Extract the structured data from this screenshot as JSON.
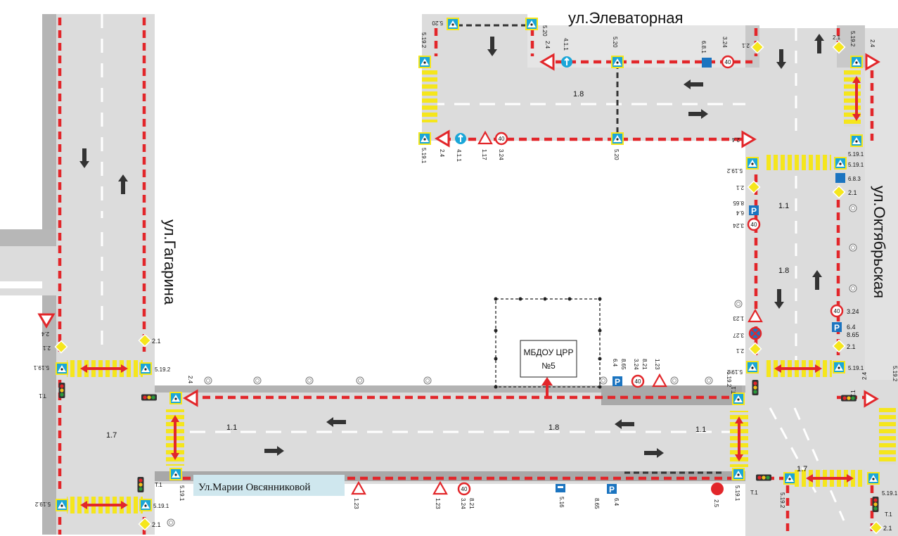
{
  "streets": {
    "elevatornaya": "ул.Элеваторная",
    "gagarina": "ул.Гагарина",
    "oktyabrskaya": "ул.Октябрьская",
    "ovsyannikovoy": "Ул.Марии Овсянниковой"
  },
  "building": {
    "line1": "МБДОУ ЦРР",
    "line2": "№5"
  },
  "lane_labels": {
    "l18_top": "1.8",
    "l11_right": "1.1",
    "l18_right": "1.8",
    "l17_left": "1.7",
    "l11_bottom": "1.1",
    "l18_bottom": "1.8",
    "l11_bottom_r": "1.1",
    "l17_right": "1.7"
  },
  "sign_codes": {
    "c5_19_2_a": "5.19.2",
    "c5_20_a": "5.20",
    "c5_20_b": "5.20",
    "c2_4_a": "2.4",
    "c4_1_1_a": "4.1.1",
    "c5_20_c": "5.20",
    "c6_8_1": "6.8.1",
    "c3_24_a": "3.24",
    "c2_1_a": "2.1",
    "c2_1_b": "2.1",
    "c5_19_2_b": "5.19.2",
    "c2_4_b": "2.4",
    "c5_19_1_a": "5.19.1",
    "c2_4_c": "2.4",
    "c4_1_1_b": "4.1.1",
    "c1_17": "1.17",
    "c3_24_b": "3.24",
    "c5_20_d": "5.20",
    "c2_4_d": "2.4",
    "c5_19_2_c": "5.19.2",
    "c5_19_1_b": "5.19.1",
    "c5_19_1_c": "5.19.1",
    "c6_8_3": "6.8.3",
    "c2_1_c": "2.1",
    "c2_1_d": "2.1",
    "c8_65_a": "8.65",
    "c6_4_a": "6.4",
    "c3_24_c": "3.24",
    "c1_23_a": "1.23",
    "c3_27": "3.27",
    "c2_1_e": "2.1",
    "c3_24_d": "3.24",
    "c6_4_b": "6.4",
    "c8_65_b": "8.65",
    "c2_1_f": "2.1",
    "c5_19_2_d": "5.19.2",
    "c5_19_1_d": "5.19.1",
    "c2_4_e": "2.4",
    "c5_19_2_e": "5.19.2",
    "c2_4_f": "2.4",
    "c2_1_g": "2.1",
    "c5_19_1_e": "5.19.1",
    "c5_19_2_f": "5.19.2",
    "c2_1_h": "2.1",
    "c2_4_g": "2.4",
    "c6_4_c": "6.4",
    "c8_65_c": "8.65",
    "c3_24_e": "3.24",
    "c8_21_a": "8.21",
    "c1_23_b": "1.23",
    "c5_19_2_g": "5.19.2",
    "c5_19_1_f": "5.19.1",
    "c5_19_1_g": "5.19.1",
    "c5_19_2_h": "5.19.2",
    "c2_1_i": "2.1",
    "c1_23_c": "1.23",
    "c1_23_d": "1.23",
    "c3_24_f": "3.24",
    "c8_21_b": "8.21",
    "c5_16": "5.16",
    "c6_4_d": "6.4",
    "c8_65_d": "8.65",
    "c2_5": "2.5",
    "c5_19_1_h": "5.19.1",
    "c5_19_2_i": "5.19.2",
    "c5_19_1_i": "5.19.1",
    "c2_1_j": "2.1",
    "c5_19_2_j": "5.19.2",
    "c5_19_2_k": "5.19.2"
  },
  "light_codes": {
    "t1_a": "T.1",
    "t1_b": "T.1",
    "t1_c": "T.1",
    "t1_d": "T.1",
    "t1_e": "T.1",
    "t1_f": "T.1"
  },
  "speed_limit": "40",
  "colors": {
    "road": "#d9d9d9",
    "road_dark": "#a8a8a8",
    "fence": "#e2262a",
    "sign_blue": "#1aa6d8",
    "sign_yellow": "#f5e61c"
  }
}
